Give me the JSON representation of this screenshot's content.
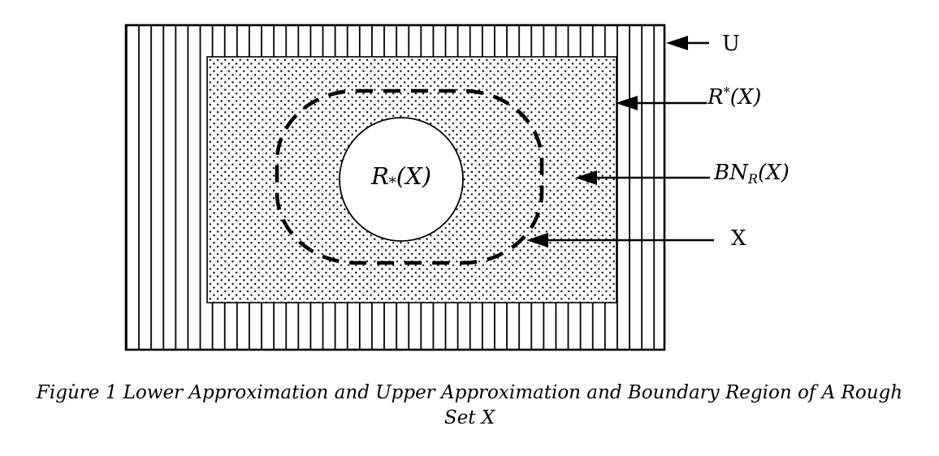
{
  "labels": {
    "universe": "U",
    "upper": {
      "base": "R",
      "script": "*",
      "arg": "(X)"
    },
    "boundary": {
      "base": "BN",
      "script": "R",
      "arg": "(X)"
    },
    "set": "X",
    "lower": {
      "base": "R",
      "script": "*",
      "arg": "(X)"
    }
  },
  "caption": {
    "line1": "Figure 1 Lower Approximation and Upper Approximation and Boundary Region of A Rough",
    "line2": "Set X"
  },
  "colors": {
    "ink": "#000000",
    "paper": "#ffffff"
  }
}
